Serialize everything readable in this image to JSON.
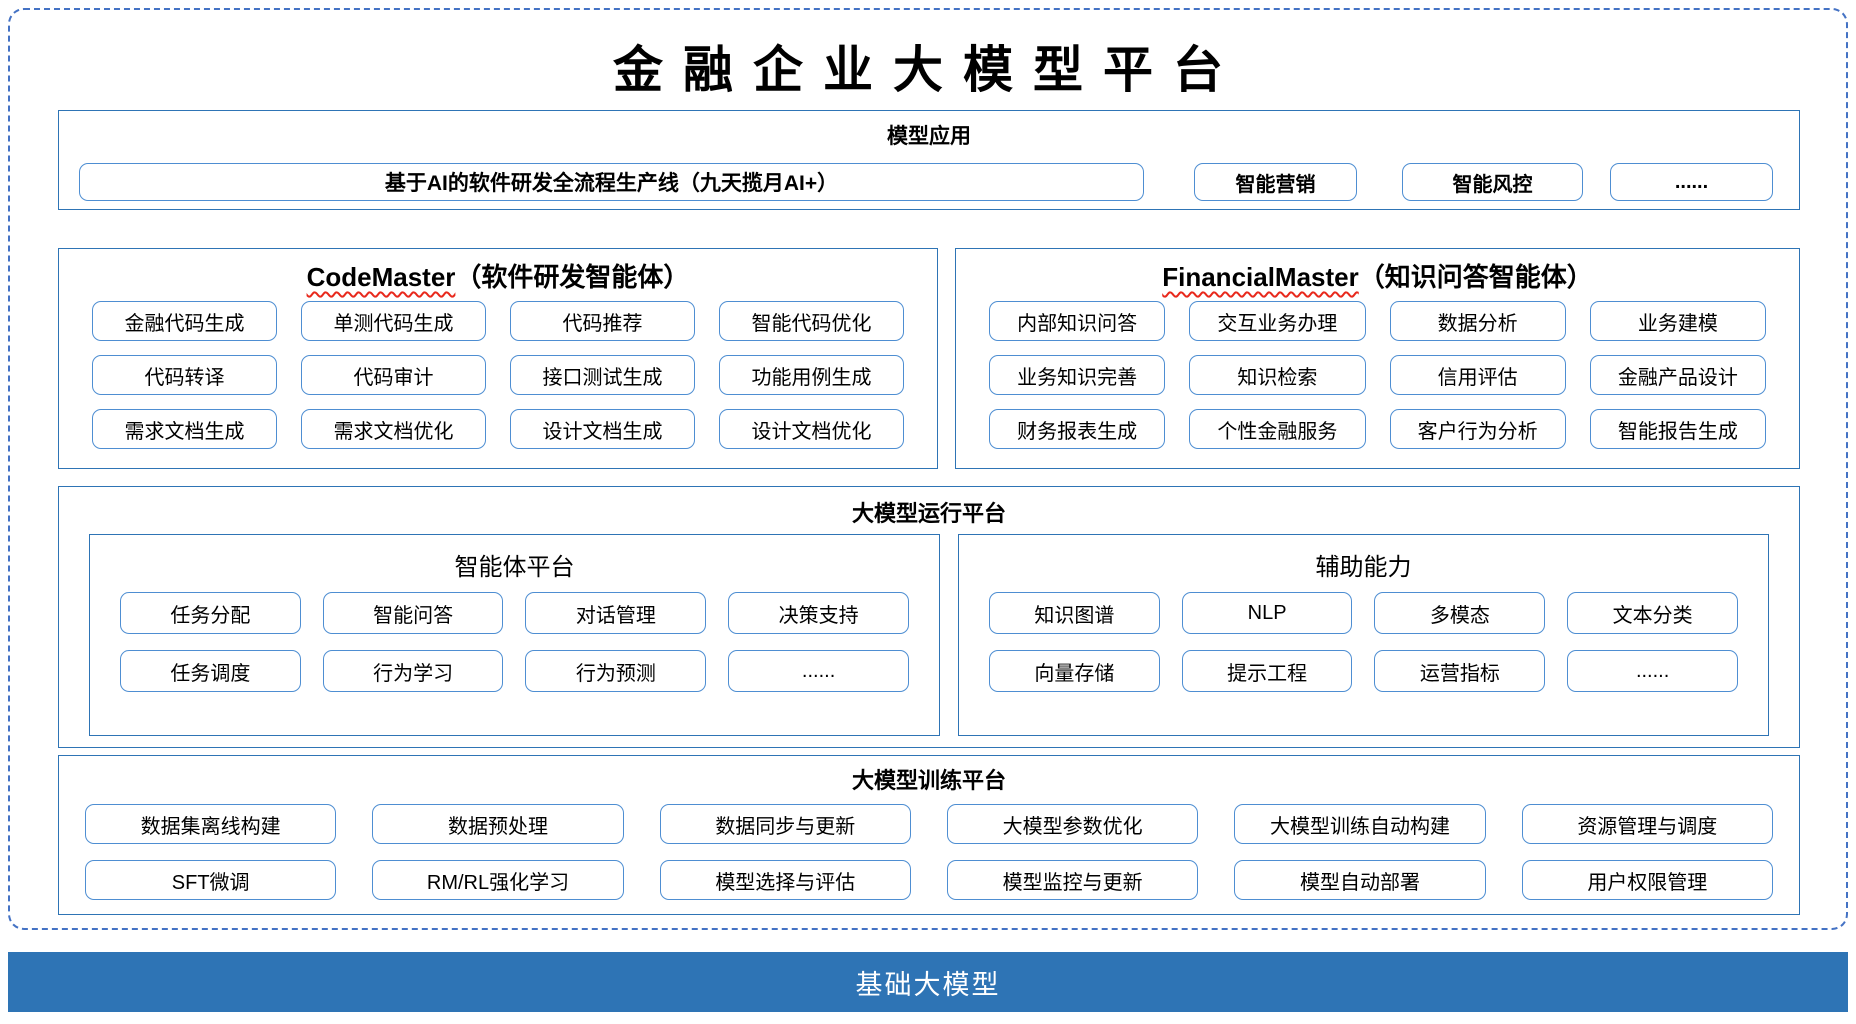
{
  "colors": {
    "section_border": "#2E74B5",
    "pill_border": "#4e8ed2",
    "outer_dashed_border": "#4472C4",
    "squiggle_underline": "#e8291c",
    "base_bar_background": "#2E74B5",
    "base_bar_text": "#ffffff"
  },
  "title": "金融企业大模型平台",
  "model_app": {
    "header": "模型应用",
    "main_item": "基于AI的软件研发全流程生产线（九天揽月AI+）",
    "items": [
      "智能营销",
      "智能风控",
      "......"
    ]
  },
  "code_master": {
    "name": "CodeMaster",
    "suffix": "（软件研发智能体）",
    "items": [
      "金融代码生成",
      "单测代码生成",
      "代码推荐",
      "智能代码优化",
      "代码转译",
      "代码审计",
      "接口测试生成",
      "功能用例生成",
      "需求文档生成",
      "需求文档优化",
      "设计文档生成",
      "设计文档优化"
    ]
  },
  "financial_master": {
    "name": "FinancialMaster",
    "suffix": "（知识问答智能体）",
    "items": [
      "内部知识问答",
      "交互业务办理",
      "数据分析",
      "业务建模",
      "业务知识完善",
      "知识检索",
      "信用评估",
      "金融产品设计",
      "财务报表生成",
      "个性金融服务",
      "客户行为分析",
      "智能报告生成"
    ]
  },
  "runtime": {
    "header": "大模型运行平台",
    "agent_platform": {
      "header": "智能体平台",
      "items": [
        "任务分配",
        "智能问答",
        "对话管理",
        "决策支持",
        "任务调度",
        "行为学习",
        "行为预测",
        "......"
      ]
    },
    "aux": {
      "header": "辅助能力",
      "items": [
        "知识图谱",
        "NLP",
        "多模态",
        "文本分类",
        "向量存储",
        "提示工程",
        "运营指标",
        "......"
      ]
    }
  },
  "training": {
    "header": "大模型训练平台",
    "items": [
      "数据集离线构建",
      "数据预处理",
      "数据同步与更新",
      "大模型参数优化",
      "大模型训练自动构建",
      "资源管理与调度",
      "SFT微调",
      "RM/RL强化学习",
      "模型选择与评估",
      "模型监控与更新",
      "模型自动部署",
      "用户权限管理"
    ]
  },
  "base_bar": {
    "label": "基础大模型"
  }
}
